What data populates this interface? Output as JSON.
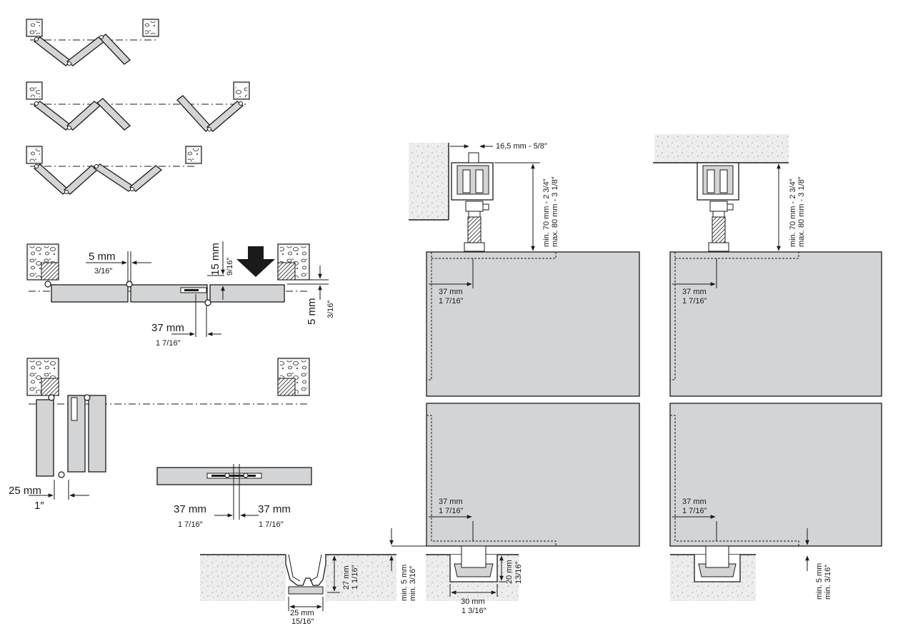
{
  "labels": {
    "gap_5mm": "5 mm",
    "gap_3_16": "3/16″",
    "drop_15mm": "15 mm",
    "drop_9_16": "9/16″",
    "side_5mm": "5 mm",
    "side_3_16": "3/16″",
    "offset_37mm": "37 mm",
    "offset_1_7_16": "1 7/16″",
    "stack_25mm": "25 mm",
    "stack_1in": "1″",
    "twin_left_37mm": "37 mm",
    "twin_left_1_7_16": "1 7/16″",
    "twin_right_37mm": "37 mm",
    "twin_right_1_7_16": "1 7/16″",
    "hanger_width": "16,5 mm - 5/8″",
    "height_a_line1": "min. 70 mm - 2 3/4″",
    "height_a_line2": "max. 80 mm - 3 1/8″",
    "height_b_line1": "min. 70 mm - 2 3/4″",
    "height_b_line2": "max. 80 mm - 3 1/8″",
    "panel_a_top_37": "37 mm",
    "panel_a_top_1716": "1 7/16”",
    "panel_a_bot_37": "37 mm",
    "panel_a_bot_1716": "1 7/16”",
    "panel_b_top_37": "37 mm",
    "panel_b_top_1716": "1 7/16”",
    "panel_b_bot_37": "37 mm",
    "panel_b_bot_1716": "1 7/16”",
    "guide_27": "27 mm",
    "guide_1116": "1 1/16″",
    "guide_25": "25 mm",
    "guide_1516": "15/16″",
    "floor_a_min5": "min. 5 mm",
    "floor_a_min316": "min. 3/16″",
    "channel_20": "20 mm",
    "channel_1316": "13/16″",
    "channel_30": "30 mm",
    "channel_1316w": "1 3/16″",
    "floor_b_min5": "min. 5 mm",
    "floor_b_min316": "min. 3/16″"
  }
}
